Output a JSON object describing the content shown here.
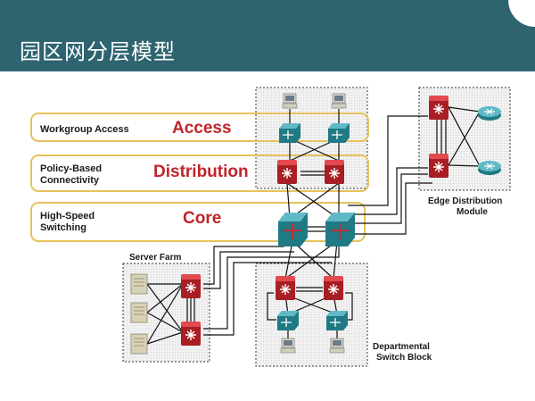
{
  "header": {
    "title": "园区网分层模型"
  },
  "layers": [
    {
      "line1": "Workgroup Access",
      "line2": "",
      "big": "Access"
    },
    {
      "line1": "Policy-Based",
      "line2": "Connectivity",
      "big": "Distribution"
    },
    {
      "line1": "High-Speed",
      "line2": "Switching",
      "big": "Core"
    }
  ],
  "blocks": {
    "server_farm": "Server Farm",
    "edge_1": "Edge Distribution",
    "edge_2": "Module",
    "dept_1": "Departmental",
    "dept_2": "Switch Block"
  },
  "colors": {
    "header": "#2d6470",
    "layer_border": "#e6c25c",
    "big_text": "#c0252b",
    "router": "#c92a2f",
    "switch": "#2b8a96"
  }
}
